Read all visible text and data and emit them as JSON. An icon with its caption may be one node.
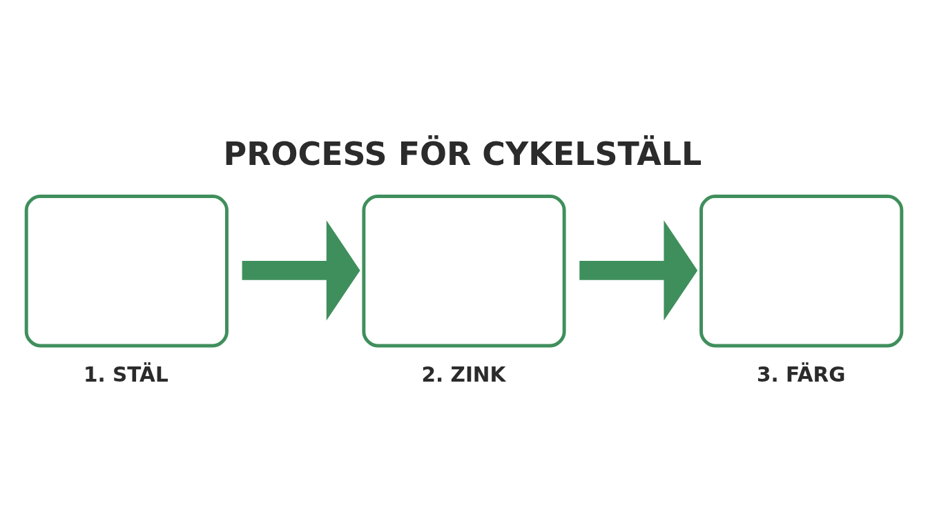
{
  "diagram": {
    "title": "PROCESS FÖR CYKELSTÄLL",
    "nodes": [
      {
        "text": [
          "1. STÄL"
        ]
      },
      {
        "text": [
          "2. ZINK"
        ]
      },
      {
        "text": [
          "3. FÄRG"
        ]
      }
    ],
    "edges": [
      {
        "from": 0,
        "to": 1,
        "arrow": "to"
      },
      {
        "from": 1,
        "to": 2,
        "arrow": "to"
      }
    ]
  }
}
